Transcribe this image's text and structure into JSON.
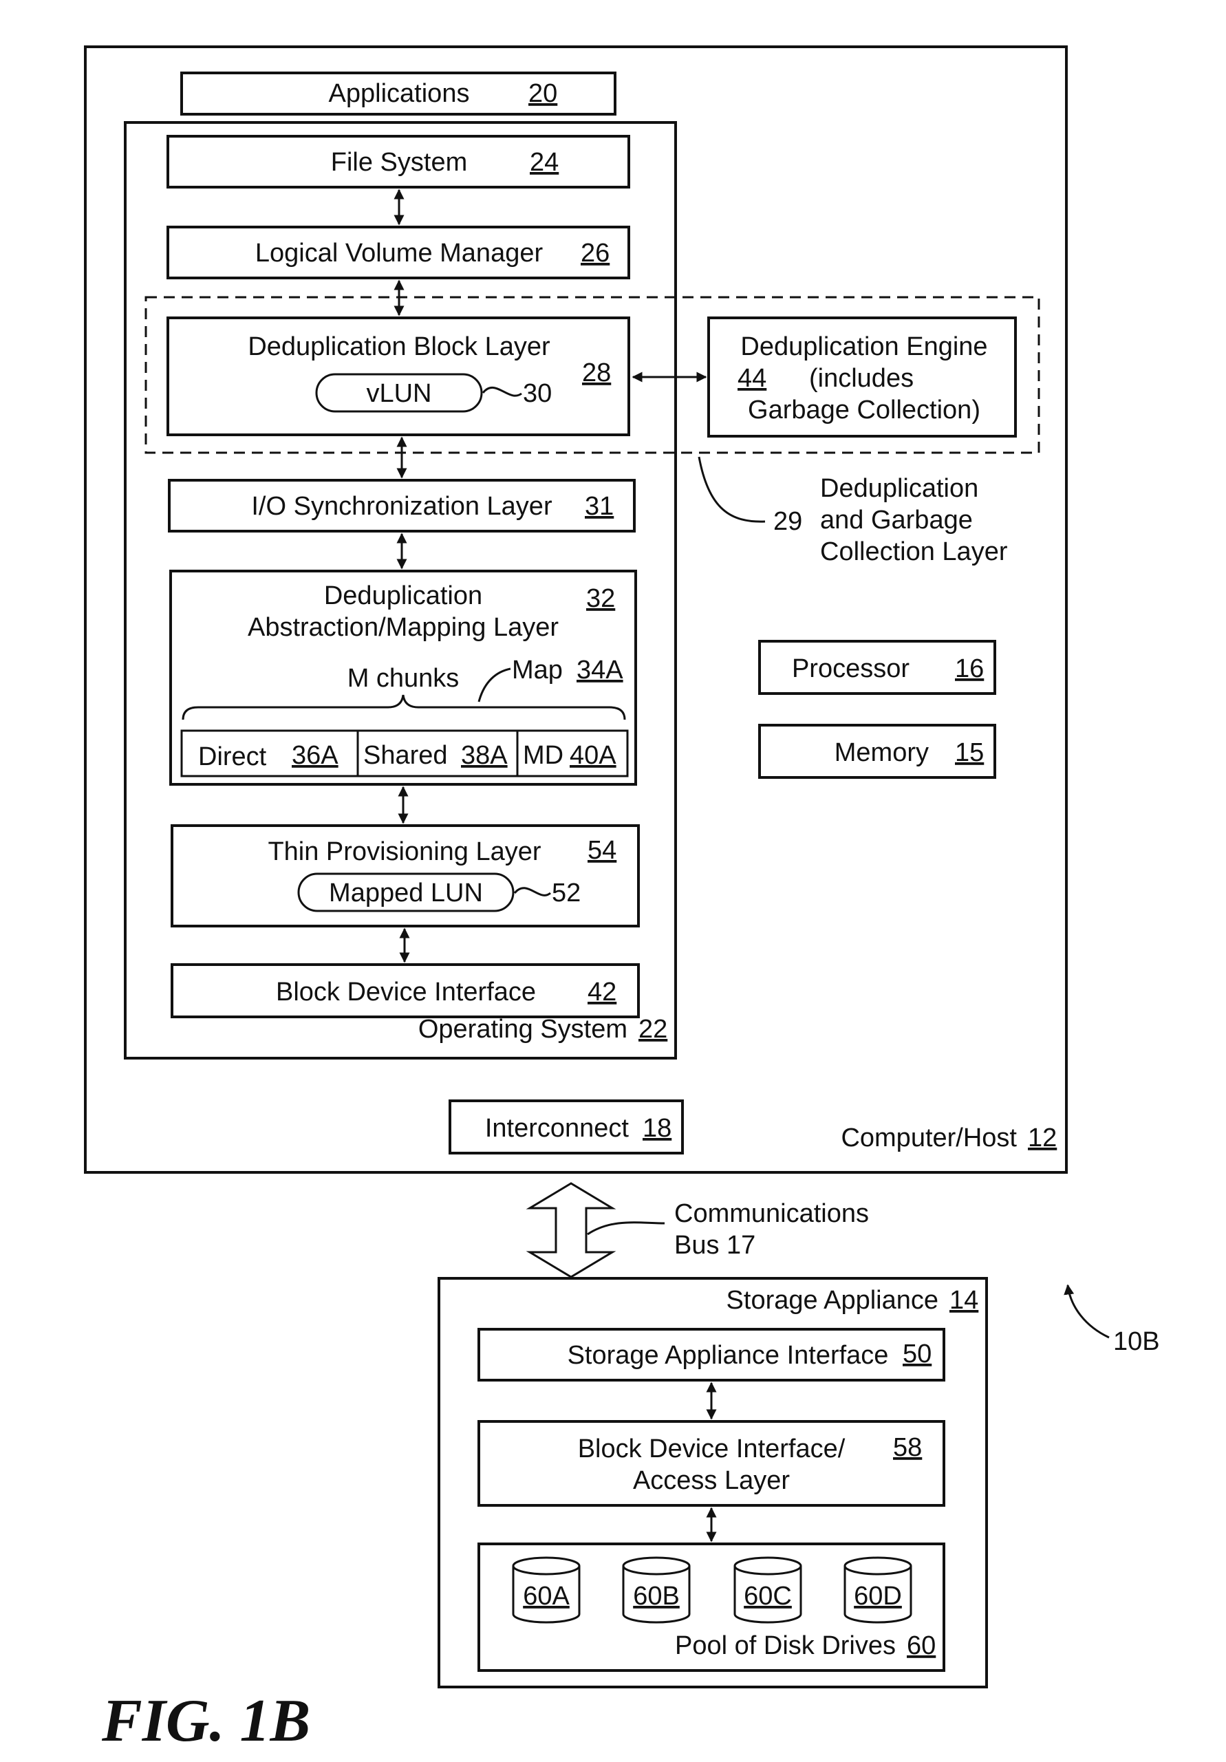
{
  "figure_label": "FIG. 1B",
  "system_ref": "10B",
  "host": {
    "label": "Computer/Host",
    "ref": "12",
    "applications": {
      "label": "Applications",
      "ref": "20"
    },
    "os": {
      "label": "Operating System",
      "ref": "22"
    },
    "file_system": {
      "label": "File System",
      "ref": "24"
    },
    "lvm": {
      "label": "Logical Volume Manager",
      "ref": "26"
    },
    "dedup_block_layer": {
      "label": "Deduplication Block Layer",
      "ref": "28",
      "vlun_label": "vLUN",
      "vlun_ref": "30"
    },
    "dedup_engine": {
      "line1": "Deduplication Engine",
      "ref": "44",
      "line2": "(includes",
      "line3": "Garbage Collection)"
    },
    "dedup_gc_layer": {
      "ref": "29",
      "line1": "Deduplication",
      "line2": "and Garbage",
      "line3": "Collection Layer"
    },
    "io_sync": {
      "label": "I/O Synchronization Layer",
      "ref": "31"
    },
    "mapping_layer": {
      "line1": "Deduplication",
      "line2": "Abstraction/Mapping Layer",
      "ref": "32",
      "chunks_label": "M chunks",
      "map_label": "Map",
      "map_ref": "34A",
      "direct_label": "Direct",
      "direct_ref": "36A",
      "shared_label": "Shared",
      "shared_ref": "38A",
      "md_label": "MD",
      "md_ref": "40A"
    },
    "thin_provisioning": {
      "label": "Thin Provisioning Layer",
      "ref": "54",
      "lun_label": "Mapped LUN",
      "lun_ref": "52"
    },
    "block_device_interface": {
      "label": "Block Device Interface",
      "ref": "42"
    },
    "processor": {
      "label": "Processor",
      "ref": "16"
    },
    "memory": {
      "label": "Memory",
      "ref": "15"
    },
    "interconnect": {
      "label": "Interconnect",
      "ref": "18"
    }
  },
  "bus": {
    "line1": "Communications",
    "line2": "Bus 17"
  },
  "storage": {
    "label": "Storage Appliance",
    "ref": "14",
    "interface": {
      "label": "Storage Appliance Interface",
      "ref": "50"
    },
    "access_layer": {
      "line1": "Block Device Interface/",
      "line2": "Access Layer",
      "ref": "58"
    },
    "pool": {
      "label": "Pool of Disk Drives",
      "ref": "60"
    },
    "disks": [
      "60A",
      "60B",
      "60C",
      "60D"
    ]
  }
}
